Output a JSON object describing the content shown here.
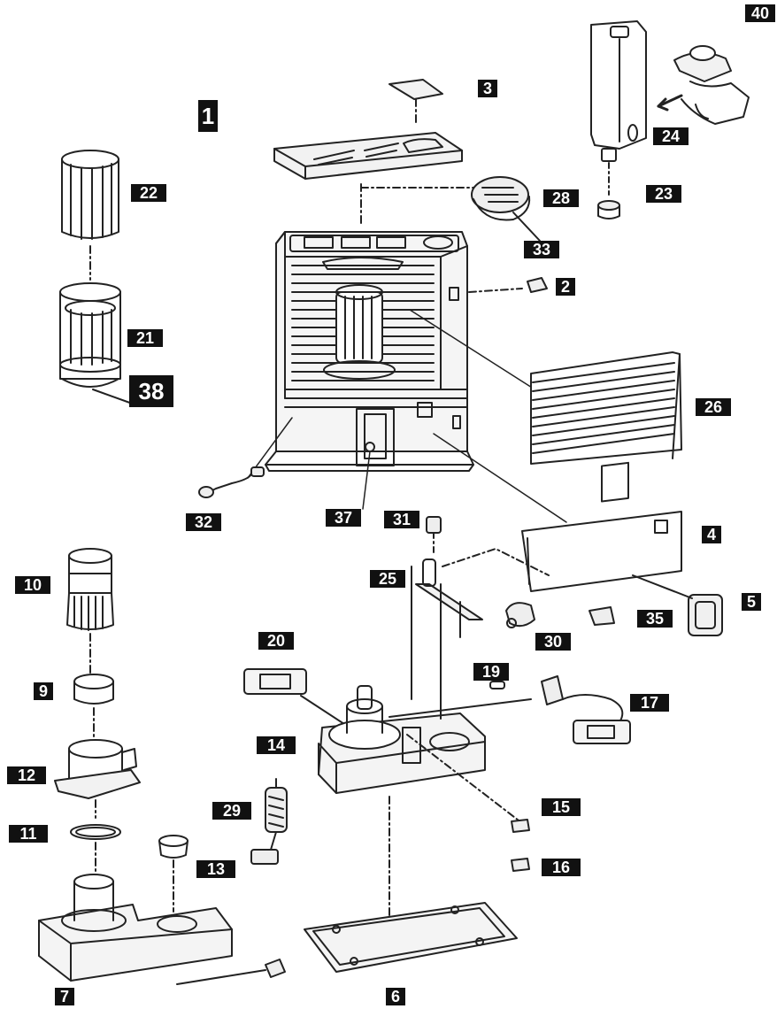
{
  "diagram": {
    "part_labels": {
      "p1": "1",
      "p2": "2",
      "p3": "3",
      "p4": "4",
      "p5": "5",
      "p6": "6",
      "p7": "7",
      "p9": "9",
      "p10": "10",
      "p11": "11",
      "p12": "12",
      "p13": "13",
      "p14": "14",
      "p15": "15",
      "p16": "16",
      "p17": "17",
      "p19": "19",
      "p20": "20",
      "p21": "21",
      "p22": "22",
      "p23": "23",
      "p24": "24",
      "p25": "25",
      "p26": "26",
      "p28": "28",
      "p29": "29",
      "p30": "30",
      "p31": "31",
      "p32": "32",
      "p33": "33",
      "p35": "35",
      "p37": "37",
      "p38": "38",
      "p40": "40"
    }
  }
}
